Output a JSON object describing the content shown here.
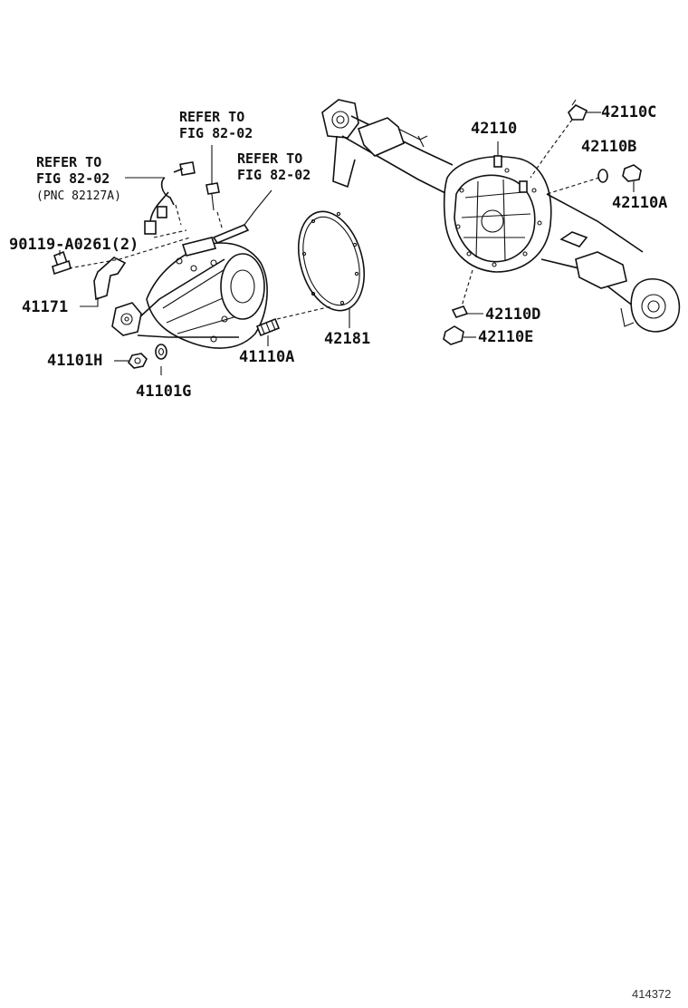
{
  "refs": {
    "left": {
      "line1": "REFER TO",
      "line2": "FIG 82-02",
      "line3": "(PNC 82127A)"
    },
    "top": {
      "line1": "REFER TO",
      "line2": "FIG 82-02"
    },
    "mid": {
      "line1": "REFER TO",
      "line2": "FIG 82-02"
    }
  },
  "parts": {
    "p90119": "90119-A0261(2)",
    "p41171": "41171",
    "p41101H": "41101H",
    "p41101G": "41101G",
    "p41110A": "41110A",
    "p42181": "42181",
    "p42110": "42110",
    "p42110C": "42110C",
    "p42110B": "42110B",
    "p42110A": "42110A",
    "p42110D": "42110D",
    "p42110E": "42110E"
  },
  "figure_number": "414372"
}
